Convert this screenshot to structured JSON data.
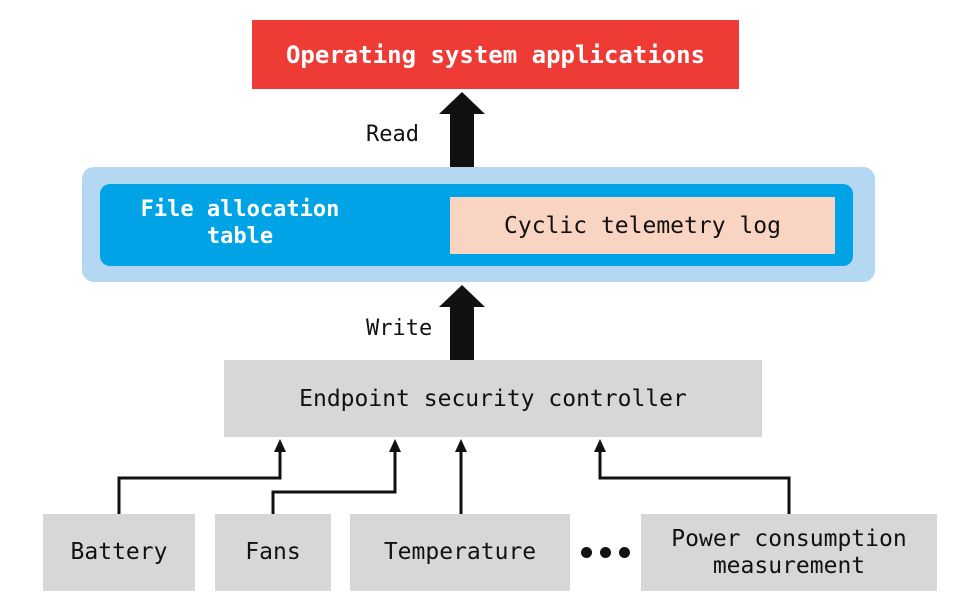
{
  "top_box": {
    "label": "Operating system applications"
  },
  "read_arrow": {
    "label": "Read"
  },
  "storage": {
    "fat_label_line1": "File allocation",
    "fat_label_line2": "table",
    "log_label": "Cyclic telemetry log"
  },
  "write_arrow": {
    "label": "Write"
  },
  "controller": {
    "label": "Endpoint security controller"
  },
  "sources": {
    "battery": "Battery",
    "fans": "Fans",
    "temperature": "Temperature",
    "power_line1": "Power consumption",
    "power_line2": "measurement"
  },
  "colors": {
    "os_box": "#ee3b35",
    "fs_outer": "#b4d8f1",
    "fs_inner": "#00a3e6",
    "log_box": "#f9d4c3",
    "gray_box": "#d7d7d8",
    "arrow": "#111111"
  }
}
